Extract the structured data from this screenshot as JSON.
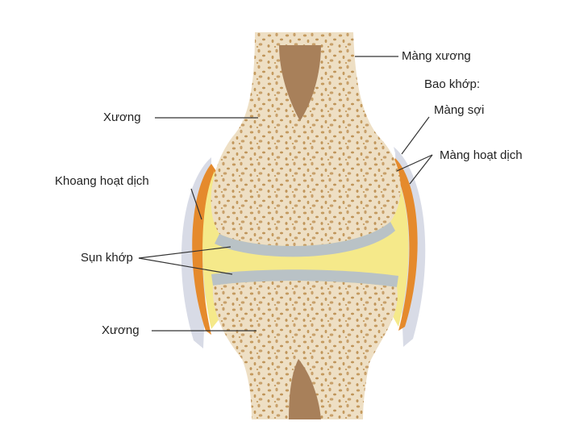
{
  "labels": {
    "periosteum": "Màng xương",
    "capsule_heading": "Bao khớp:",
    "fibrous_membrane": "Màng sợi",
    "synovial_membrane": "Màng hoạt dịch",
    "bone_upper": "Xương",
    "synovial_cavity": "Khoang hoạt dịch",
    "articular_cartilage": "Sụn khớp",
    "bone_lower": "Xương"
  },
  "colors": {
    "bone": "#eedfc4",
    "bone_pores": "#c49a5e",
    "marrow": "#a8805a",
    "cartilage": "#b9c2c6",
    "synovial_fluid": "#f5e98a",
    "synovial_membrane": "#e58a2c",
    "fibrous_capsule": "#d8dbe6",
    "leader_line": "#333333"
  }
}
